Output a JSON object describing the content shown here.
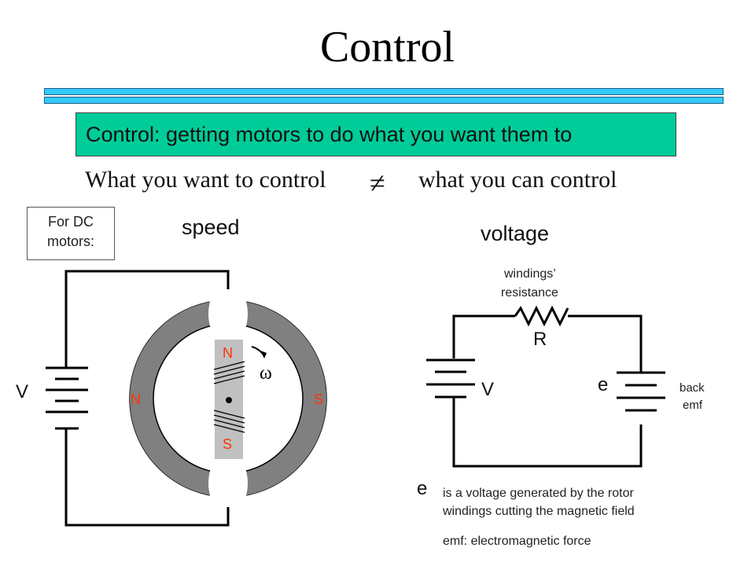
{
  "title": "Control",
  "banner": "Control: getting motors to do what you want them to",
  "comparison": {
    "left": "What you want to control",
    "symbol": "≠",
    "right": "what you can control"
  },
  "note": {
    "line1": "For DC",
    "line2": "motors:"
  },
  "motor": {
    "speed_label": "speed",
    "voltage_label": "V",
    "pole_left": "N",
    "pole_right": "S",
    "rotor_top": "N",
    "rotor_bottom": "S",
    "omega": "ω"
  },
  "circuit": {
    "voltage_heading": "voltage",
    "resistance_line1": "windings’",
    "resistance_line2": "resistance",
    "resistor_label": "R",
    "source_label": "V",
    "emf_symbol": "e",
    "back_line1": "back",
    "back_line2": "emf"
  },
  "explanation": {
    "symbol": "e",
    "line1": "is a voltage generated by the rotor",
    "line2": "windings cutting the magnetic field",
    "line3": "emf: electromagnetic force"
  },
  "colors": {
    "accent_bar": "#33ccff",
    "banner": "#00cc99",
    "pole_text": "#ff3300",
    "rotor_pole_text": "#ff3300"
  }
}
